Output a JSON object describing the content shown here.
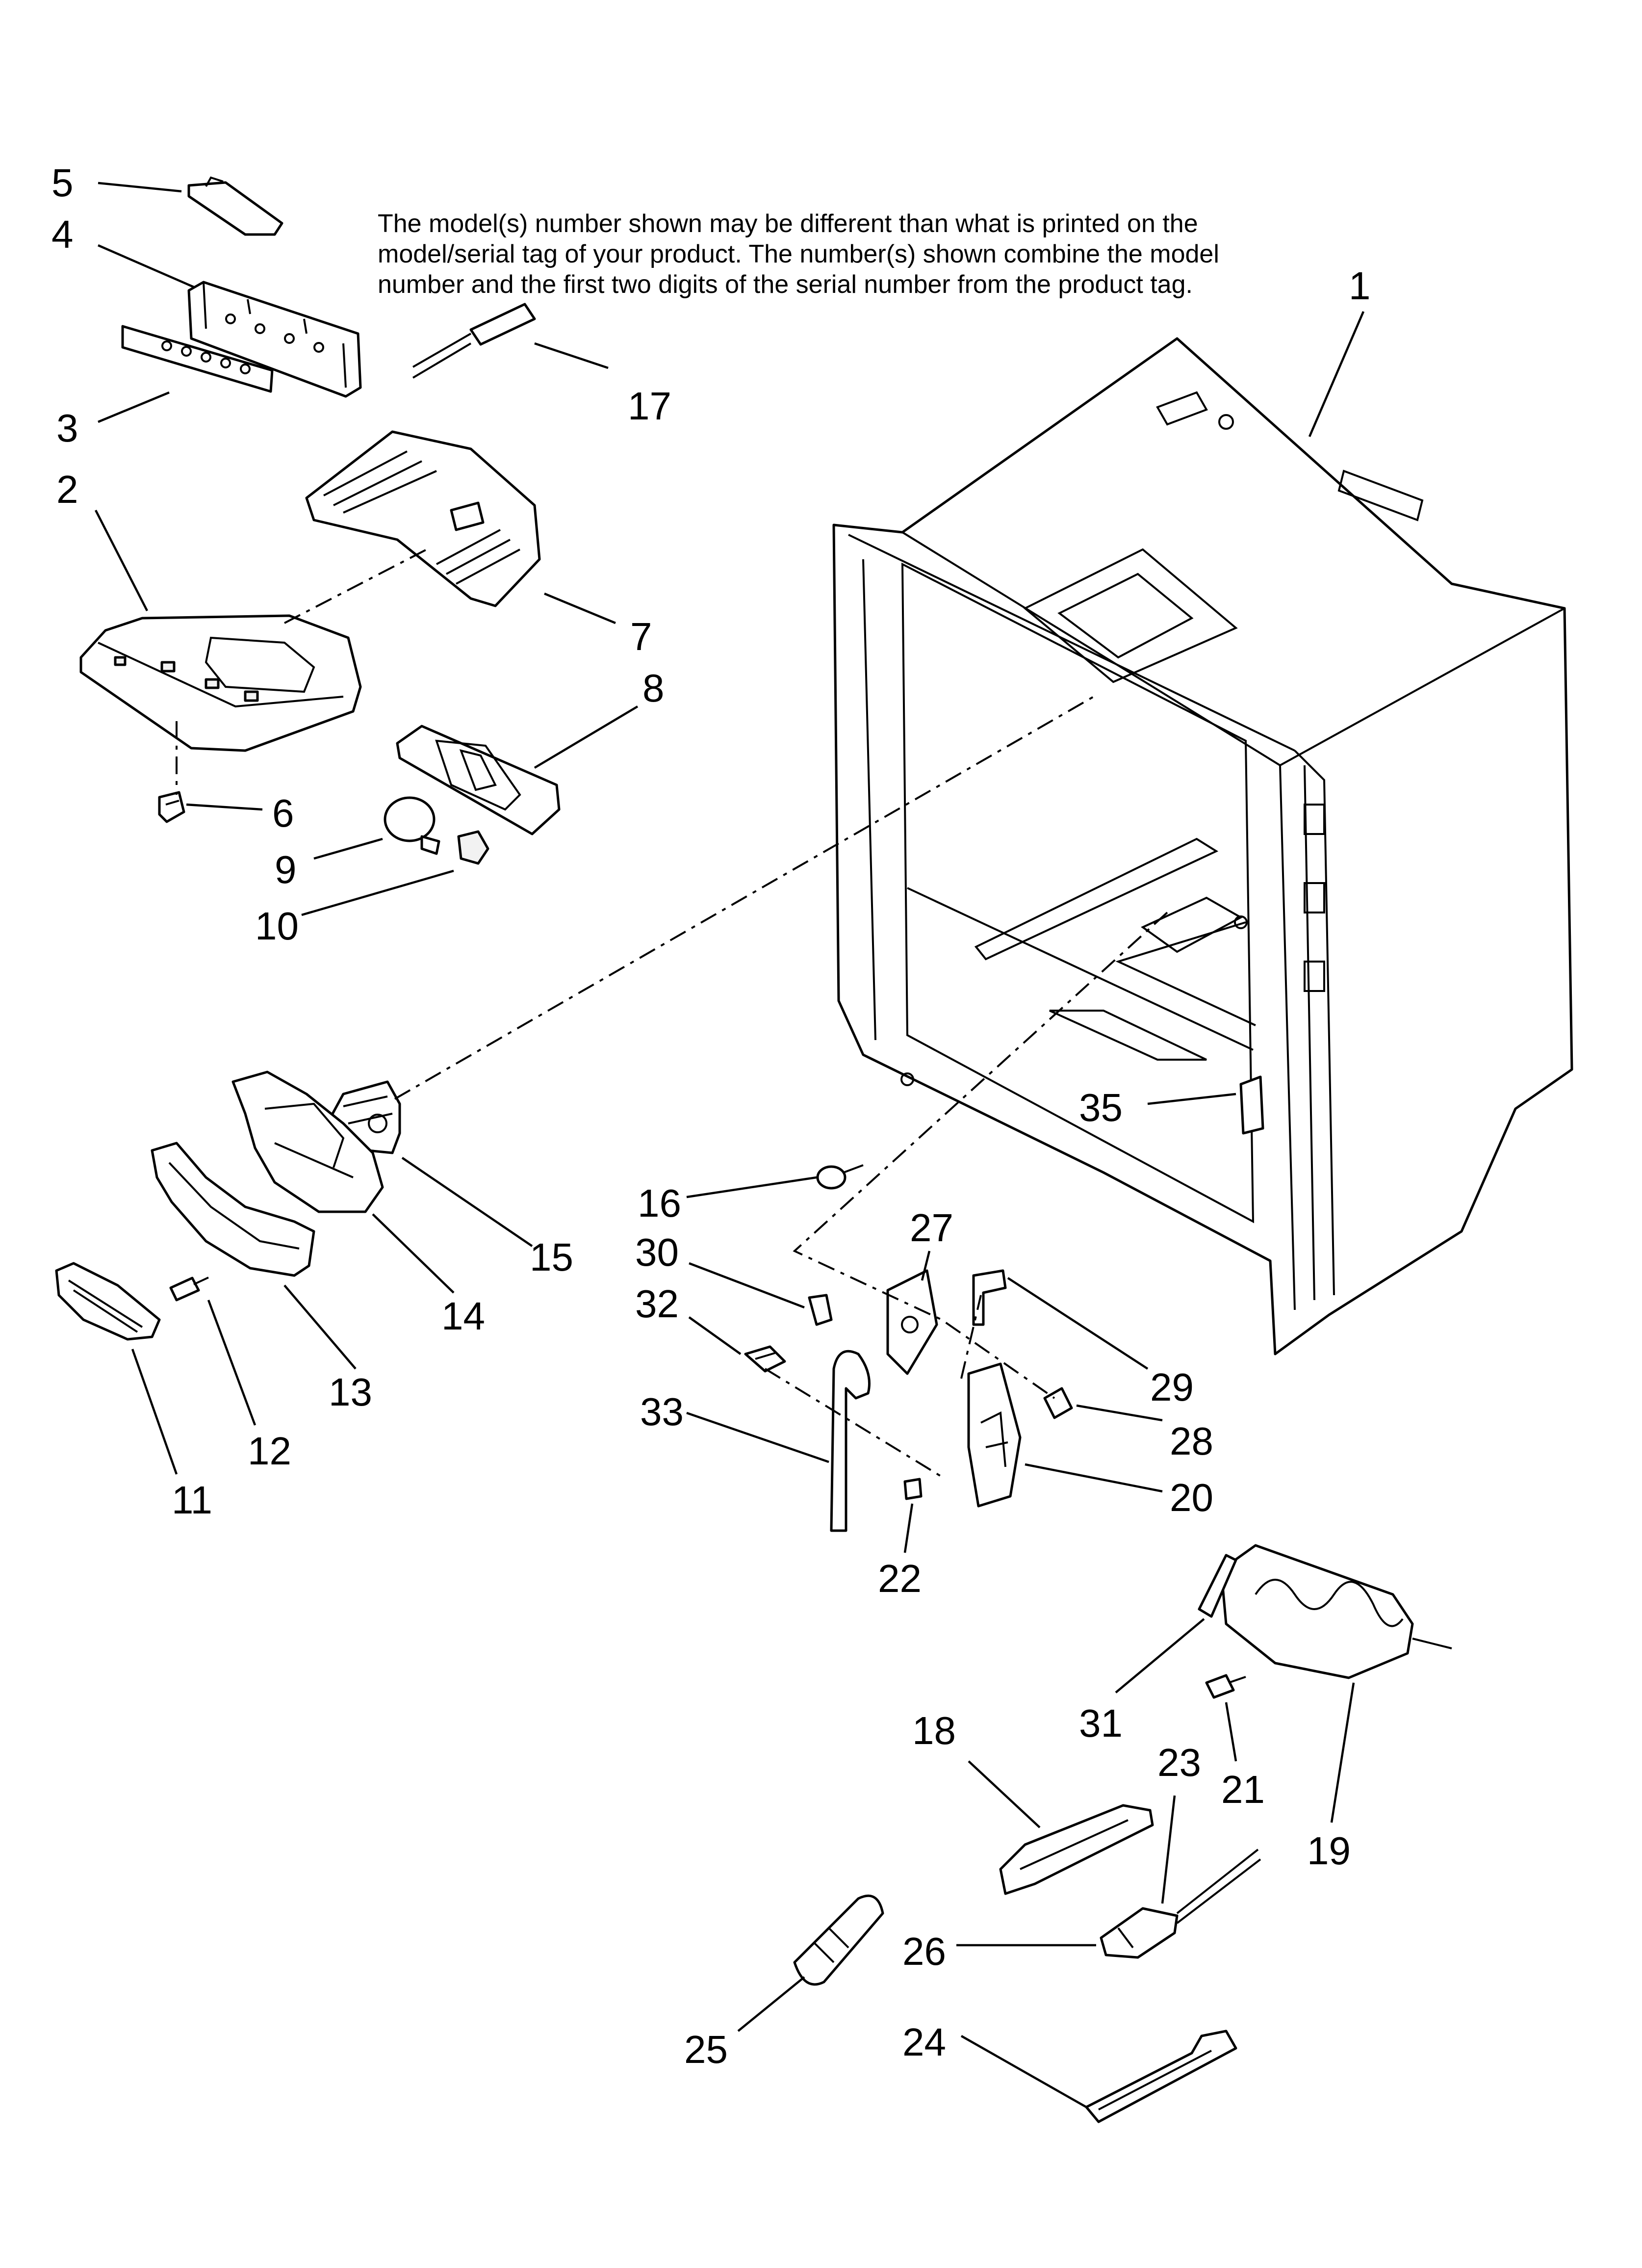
{
  "notice": {
    "lines": [
      "The model(s) number shown may be different than what is printed on the",
      "model/serial tag of your product. The number(s) shown combine the model",
      "number and the first two digits of the serial number from the product tag."
    ]
  },
  "callouts": [
    {
      "id": "part-1",
      "label": "1"
    },
    {
      "id": "part-2",
      "label": "2"
    },
    {
      "id": "part-3",
      "label": "3"
    },
    {
      "id": "part-4",
      "label": "4"
    },
    {
      "id": "part-5",
      "label": "5"
    },
    {
      "id": "part-6",
      "label": "6"
    },
    {
      "id": "part-7",
      "label": "7"
    },
    {
      "id": "part-8",
      "label": "8"
    },
    {
      "id": "part-9",
      "label": "9"
    },
    {
      "id": "part-10",
      "label": "10"
    },
    {
      "id": "part-11",
      "label": "11"
    },
    {
      "id": "part-12",
      "label": "12"
    },
    {
      "id": "part-13",
      "label": "13"
    },
    {
      "id": "part-14",
      "label": "14"
    },
    {
      "id": "part-15",
      "label": "15"
    },
    {
      "id": "part-16",
      "label": "16"
    },
    {
      "id": "part-17",
      "label": "17"
    },
    {
      "id": "part-18",
      "label": "18"
    },
    {
      "id": "part-19",
      "label": "19"
    },
    {
      "id": "part-20",
      "label": "20"
    },
    {
      "id": "part-21",
      "label": "21"
    },
    {
      "id": "part-22",
      "label": "22"
    },
    {
      "id": "part-23",
      "label": "23"
    },
    {
      "id": "part-24",
      "label": "24"
    },
    {
      "id": "part-25",
      "label": "25"
    },
    {
      "id": "part-26",
      "label": "26"
    },
    {
      "id": "part-27",
      "label": "27"
    },
    {
      "id": "part-28",
      "label": "28"
    },
    {
      "id": "part-29",
      "label": "29"
    },
    {
      "id": "part-30",
      "label": "30"
    },
    {
      "id": "part-31",
      "label": "31"
    },
    {
      "id": "part-32",
      "label": "32"
    },
    {
      "id": "part-33",
      "label": "33"
    },
    {
      "id": "part-35",
      "label": "35"
    }
  ]
}
